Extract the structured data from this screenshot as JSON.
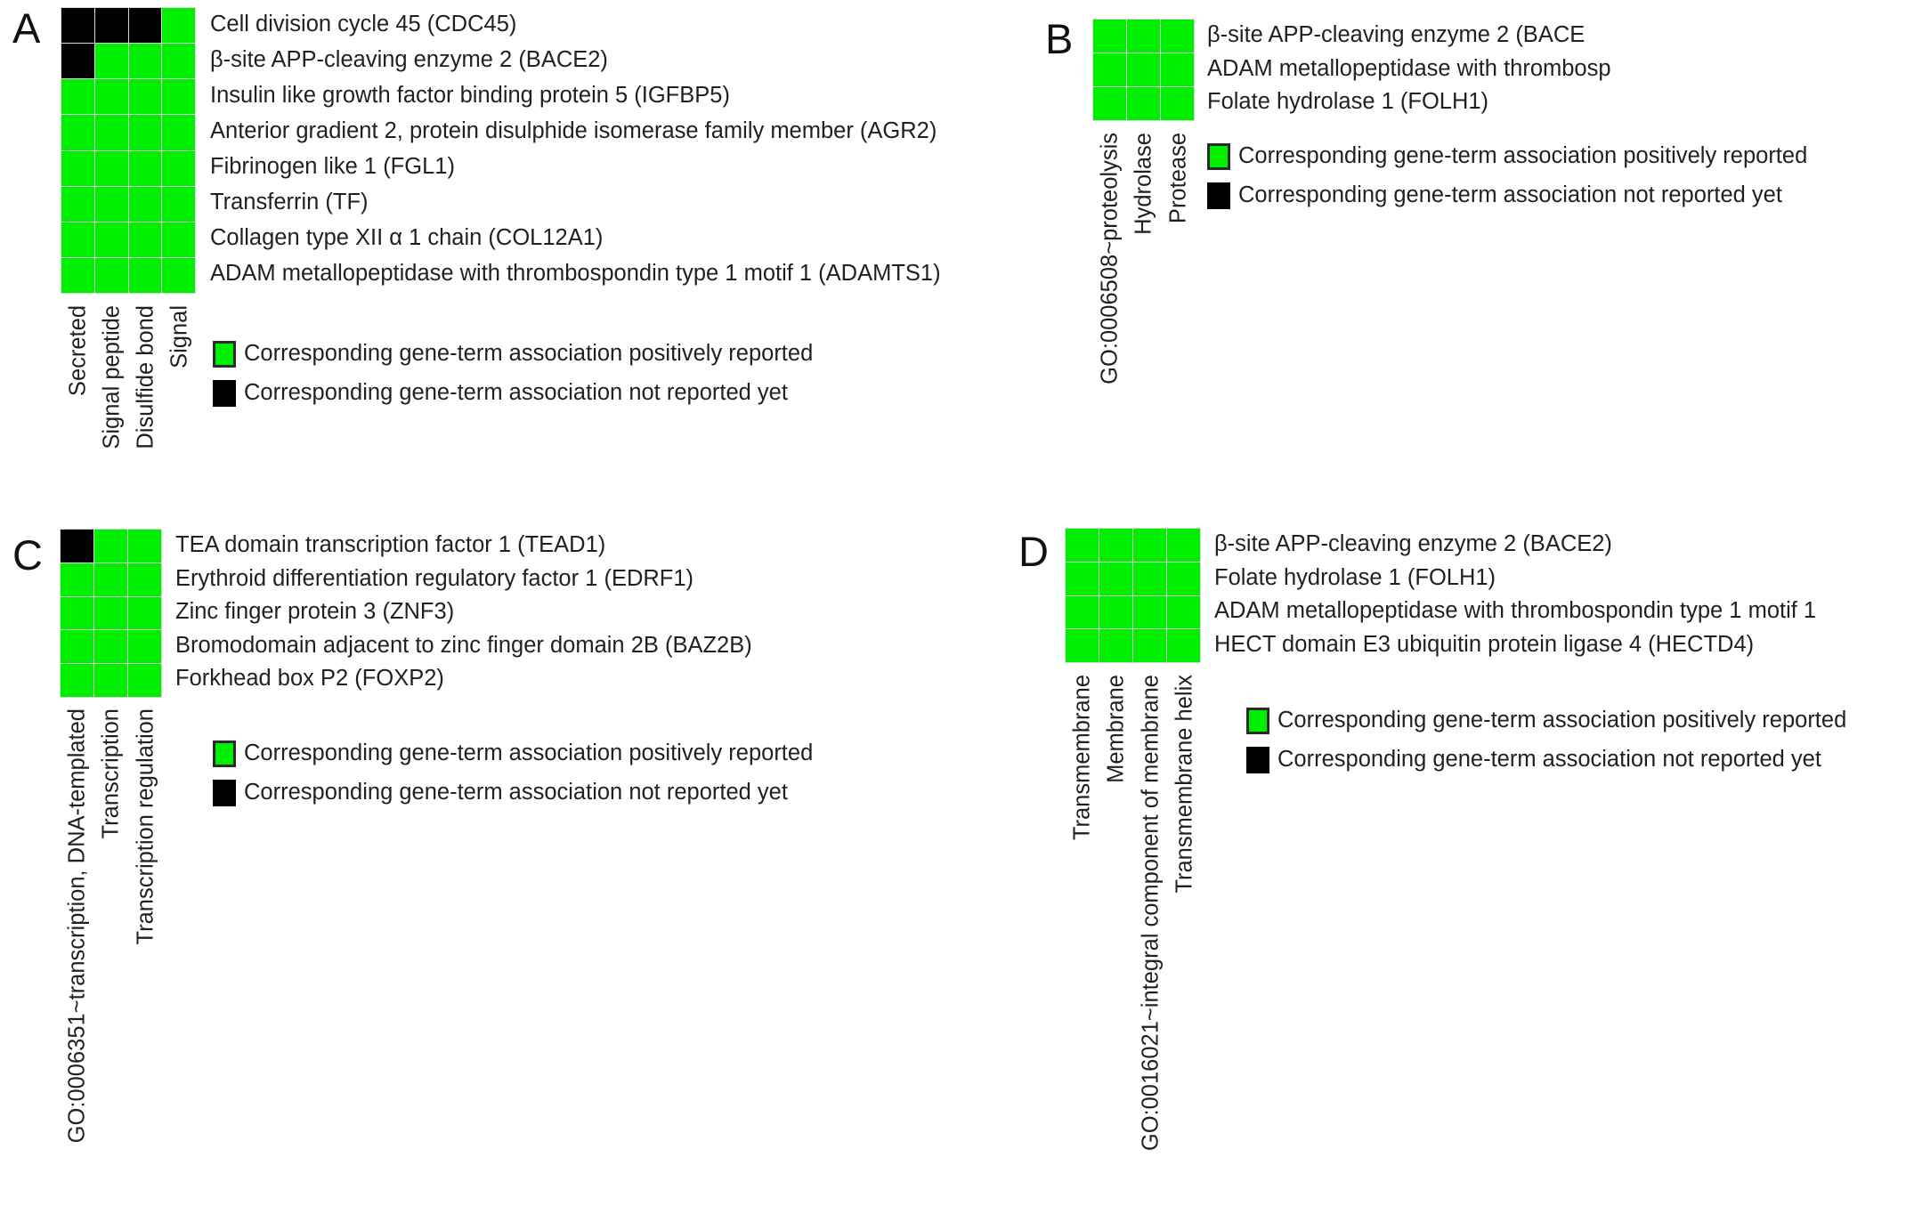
{
  "figure": {
    "background": "#ffffff",
    "positive_color": "#00ee00",
    "negative_color": "#000000",
    "grid_line_color": "#d8d8d8",
    "text_color": "#231f20"
  },
  "legend_common": {
    "positive_label": "Corresponding gene-term association positively reported",
    "negative_label": "Corresponding gene-term association not reported yet"
  },
  "panels": [
    {
      "letter": "A",
      "columns": [
        "Secreted",
        "Signal peptide",
        "Disulfide bond",
        "Signal"
      ],
      "rows": [
        "Cell division cycle 45 (CDC45)",
        "β-site APP-cleaving enzyme 2 (BACE2)",
        "Insulin like growth factor binding protein 5 (IGFBP5)",
        "Anterior gradient 2, protein disulphide isomerase family member (AGR2)",
        "Fibrinogen like 1 (FGL1)",
        "Transferrin (TF)",
        "Collagen type XII α 1 chain (COL12A1)",
        "ADAM metallopeptidase with thrombospondin type 1 motif 1 (ADAMTS1)"
      ],
      "matrix": [
        [
          0,
          0,
          0,
          1
        ],
        [
          0,
          1,
          1,
          1
        ],
        [
          1,
          1,
          1,
          1
        ],
        [
          1,
          1,
          1,
          1
        ],
        [
          1,
          1,
          1,
          1
        ],
        [
          1,
          1,
          1,
          1
        ],
        [
          1,
          1,
          1,
          1
        ],
        [
          1,
          1,
          1,
          1
        ]
      ]
    },
    {
      "letter": "B",
      "columns": [
        "GO:0006508~proteolysis",
        "Hydrolase",
        "Protease"
      ],
      "rows": [
        "β-site APP-cleaving enzyme 2 (BACE",
        "ADAM metallopeptidase with thrombosp",
        "Folate hydrolase 1 (FOLH1)"
      ],
      "matrix": [
        [
          1,
          1,
          1
        ],
        [
          1,
          1,
          1
        ],
        [
          1,
          1,
          1
        ]
      ]
    },
    {
      "letter": "C",
      "columns": [
        "GO:0006351~transcription, DNA-templated",
        "Transcription",
        "Transcription regulation"
      ],
      "rows": [
        "TEA domain transcription factor 1 (TEAD1)",
        "Erythroid differentiation regulatory factor 1 (EDRF1)",
        "Zinc finger protein 3 (ZNF3)",
        "Bromodomain adjacent to zinc finger domain 2B (BAZ2B)",
        "Forkhead box P2 (FOXP2)"
      ],
      "matrix": [
        [
          0,
          1,
          1
        ],
        [
          1,
          1,
          1
        ],
        [
          1,
          1,
          1
        ],
        [
          1,
          1,
          1
        ],
        [
          1,
          1,
          1
        ]
      ]
    },
    {
      "letter": "D",
      "columns": [
        "Transmembrane",
        "Membrane",
        "GO:0016021~integral component of membrane",
        "Transmembrane helix"
      ],
      "rows": [
        "β-site APP-cleaving enzyme 2 (BACE2)",
        "Folate hydrolase 1 (FOLH1)",
        "ADAM metallopeptidase with thrombospondin type 1 motif 1",
        "HECT domain E3 ubiquitin protein ligase 4 (HECTD4)"
      ],
      "matrix": [
        [
          1,
          1,
          1,
          1
        ],
        [
          1,
          1,
          1,
          1
        ],
        [
          1,
          1,
          1,
          1
        ],
        [
          1,
          1,
          1,
          1
        ]
      ]
    }
  ]
}
